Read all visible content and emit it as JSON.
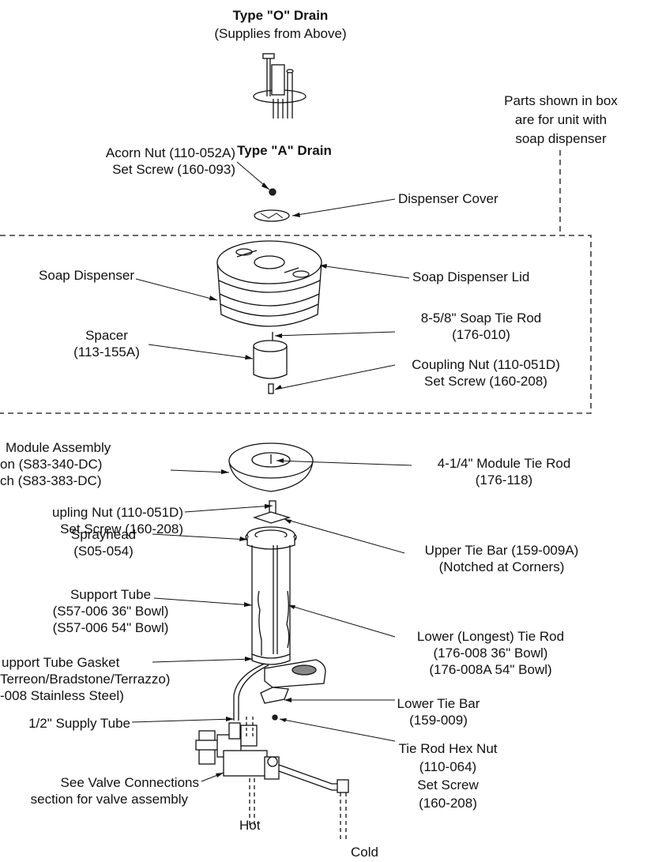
{
  "type_o": {
    "title": "Type \"O\" Drain",
    "subtitle": "(Supplies from Above)"
  },
  "type_a": {
    "title": "Type \"A\" Drain"
  },
  "box_note": [
    "Parts shown in box",
    "are for unit with",
    "soap dispenser"
  ],
  "parts": {
    "acorn": [
      "Acorn Nut (110-052A)",
      "Set Screw (160-093)"
    ],
    "dispenser_cover": "Dispenser Cover",
    "soap_dispenser": "Soap Dispenser",
    "soap_dispenser_lid": "Soap Dispenser Lid",
    "spacer": [
      "Spacer",
      "(113-155A)"
    ],
    "soap_tie_rod": [
      "8-5/8\" Soap Tie Rod",
      "(176-010)"
    ],
    "coupling_nut_upper": [
      "Coupling Nut (110-051D)",
      "Set Screw (160-208)"
    ],
    "module_assembly": [
      "Module Assembly",
      "on (S83-340-DC)",
      "ch (S83-383-DC)"
    ],
    "module_tie_rod": [
      "4-1/4\" Module Tie Rod",
      "(176-118)"
    ],
    "coupling_nut_lower": [
      "upling Nut (110-051D)",
      "Set Screw (160-208)"
    ],
    "upper_tie_bar": [
      "Upper Tie Bar (159-009A)",
      "(Notched at Corners)"
    ],
    "sprayhead": [
      "Sprayhead",
      "(S05-054)"
    ],
    "support_tube": [
      "Support Tube",
      "(S57-006 36\" Bowl)",
      "(S57-006 54\" Bowl)"
    ],
    "lower_tie_rod": [
      "Lower (Longest) Tie Rod",
      "(176-008 36\" Bowl)",
      "(176-008A 54\" Bowl)"
    ],
    "support_tube_gasket": [
      "upport Tube Gasket",
      "Terreon/Bradstone/Terrazzo)",
      "-008 Stainless Steel)"
    ],
    "lower_tie_bar": [
      "Lower Tie Bar",
      "(159-009)"
    ],
    "supply_tube": "1/2\" Supply Tube",
    "hex_nut": [
      "Tie Rod Hex Nut",
      "(110-064)",
      "Set Screw",
      "(160-208)"
    ],
    "valve_connections": [
      "See Valve Connections",
      "section for valve assembly"
    ],
    "hot": "Hot",
    "cold": "Cold"
  }
}
